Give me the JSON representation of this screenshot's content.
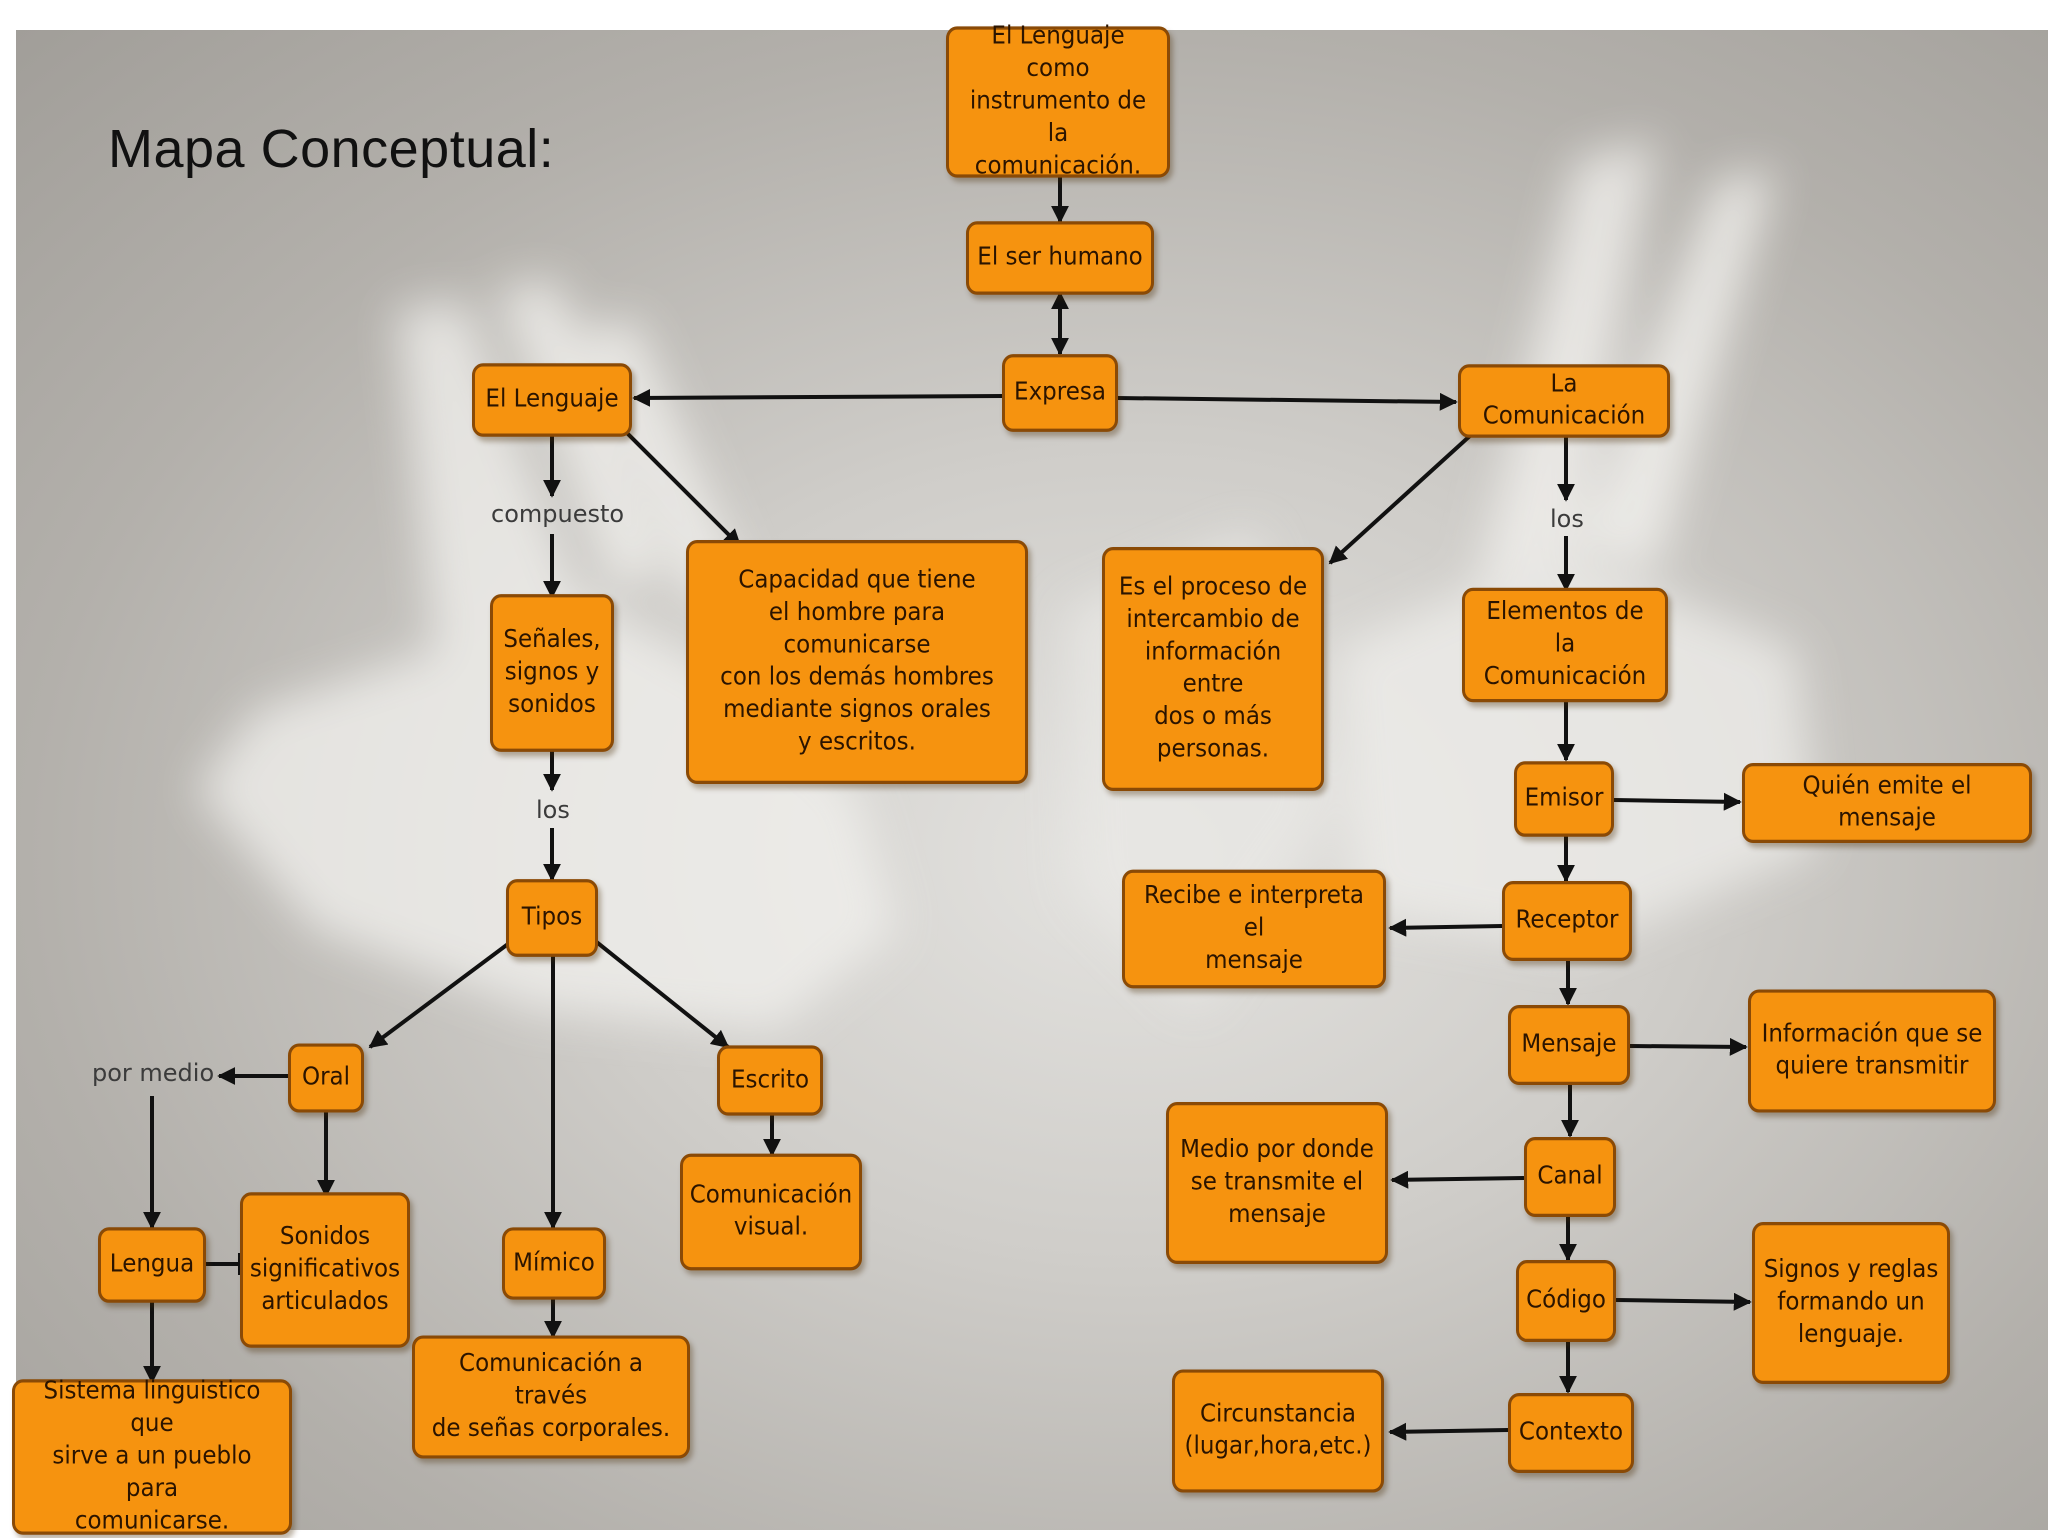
{
  "title": "Mapa Conceptual:",
  "colors": {
    "node_fill": "#f6930f",
    "node_border": "#8a4a06",
    "arrow": "#111111"
  },
  "nodes": {
    "root": "El Lenguaje como\ninstrumento de la\ncomunicación.",
    "ser_humano": "El ser humano",
    "expresa": "Expresa",
    "el_lenguaje": "El Lenguaje",
    "la_comunicacion": "La Comunicación",
    "senales": "Señales,\nsignos y\nsonidos",
    "capacidad": "Capacidad que tiene\nel hombre para comunicarse\ncon los demás hombres\nmediante signos orales\ny escritos.",
    "proceso": "Es el proceso de\nintercambio de\ninformación entre\ndos o más\npersonas.",
    "elementos": "Elementos de la\nComunicación",
    "tipos": "Tipos",
    "oral": "Oral",
    "escrito": "Escrito",
    "mimico": "Mímico",
    "lengua": "Lengua",
    "sonidos": "Sonidos\nsignificativos\narticulados",
    "com_visual": "Comunicación\nvisual.",
    "com_senas": "Comunicación a través\nde señas corporales.",
    "sistema": "Sistema linguistico que\nsirve a un pueblo para\ncomunicarse.",
    "emisor": "Emisor",
    "quien_emite": "Quién emite el mensaje",
    "receptor": "Receptor",
    "recibe": "Recibe e interpreta el\nmensaje",
    "mensaje": "Mensaje",
    "informacion": "Información que se\nquiere transmitir",
    "canal": "Canal",
    "medio": "Medio por donde\nse transmite el\nmensaje",
    "codigo": "Código",
    "signos_reglas": "Signos y reglas\nformando un\nlenguaje.",
    "contexto": "Contexto",
    "circunstancia": "Circunstancia\n(lugar,hora,etc.)"
  },
  "labels": {
    "compuesto": "compuesto",
    "los_left": "los",
    "los_right": "los",
    "por_medio": "por medio"
  }
}
